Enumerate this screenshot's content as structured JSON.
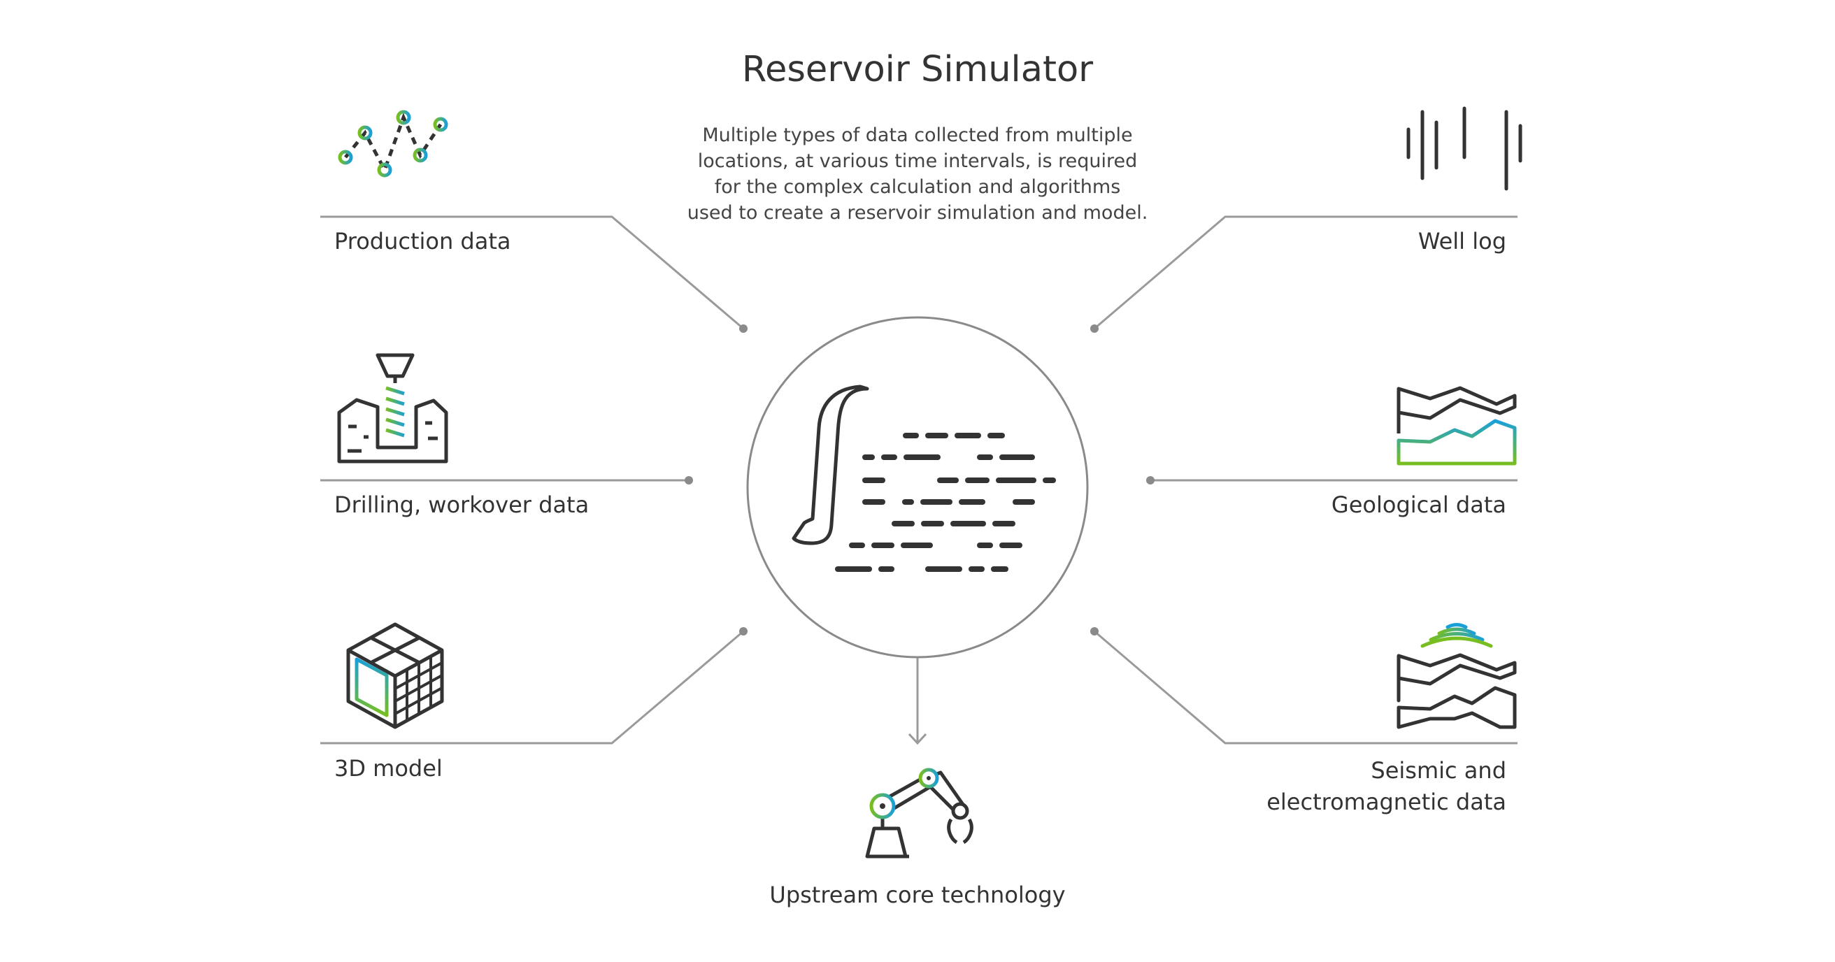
{
  "header": {
    "title": "Reservoir Simulator",
    "description_lines": [
      "Multiple types of data collected from multiple",
      "locations, at various time intervals, is required",
      "for the complex calculation and algorithms",
      "used to create a reservoir simulation and model."
    ]
  },
  "inputs": {
    "production": {
      "label": "Production data",
      "icon": "line-graph-icon"
    },
    "drilling": {
      "label": "Drilling, workover data",
      "icon": "drill-icon"
    },
    "model3d": {
      "label": "3D model",
      "icon": "cube-grid-icon"
    },
    "welllog": {
      "label": "Well log",
      "icon": "waveform-icon"
    },
    "geological": {
      "label": "Geological data",
      "icon": "strata-icon"
    },
    "seismic": {
      "label_lines": [
        "Seismic and",
        "electromagnetic data"
      ],
      "icon": "seismic-icon"
    }
  },
  "center": {
    "icon": "integral-formula-icon"
  },
  "output": {
    "label": "Upstream core technology",
    "icon": "robot-arm-icon"
  },
  "colors": {
    "line": "#9a9a9a",
    "ink": "#333333",
    "green": "#78be20",
    "blue": "#1aa0d8"
  }
}
